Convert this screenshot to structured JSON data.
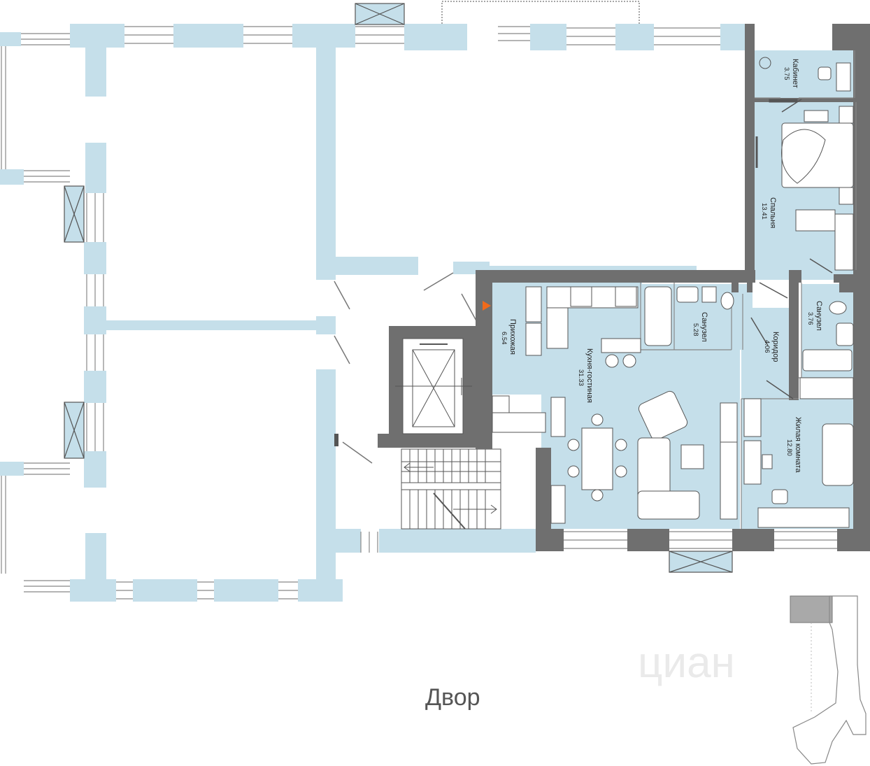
{
  "plan": {
    "rooms": [
      {
        "id": "cabinet",
        "name": "Кабинет",
        "area": "3.75"
      },
      {
        "id": "bedroom",
        "name": "Спальня",
        "area": "13.41"
      },
      {
        "id": "bath1",
        "name": "Санузел",
        "area": "5.28"
      },
      {
        "id": "bath2",
        "name": "Санузел",
        "area": "3.76"
      },
      {
        "id": "hall",
        "name": "Прихожая",
        "area": "6.54"
      },
      {
        "id": "kitchen",
        "name": "Кухня-гостиная",
        "area": "31.33"
      },
      {
        "id": "corridor",
        "name": "Коридор",
        "area": "4.06"
      },
      {
        "id": "living",
        "name": "Жилая комната",
        "area": "12.80"
      }
    ],
    "yard_label": "Двор",
    "watermark": "циан",
    "colors": {
      "wall": "#6f6f6f",
      "room_fill": "#c5dfea",
      "outline": "#888888",
      "entry_marker": "#f06a1b"
    }
  }
}
